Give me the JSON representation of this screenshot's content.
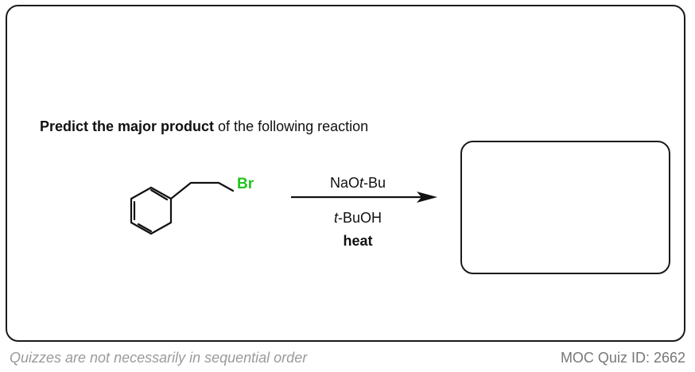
{
  "question": {
    "bold_part": "Predict the major product",
    "rest_part": " of the following reaction"
  },
  "reactant": {
    "substituent_label": "Br",
    "substituent_color": "#22c51e"
  },
  "reagents": {
    "top_prefix": "NaO",
    "top_italic": "t",
    "top_suffix": "-Bu",
    "mid_italic": "t",
    "mid_suffix": "-BuOH",
    "bottom": "heat"
  },
  "footer": {
    "note": "Quizzes are not necessarily in sequential order",
    "quiz_id": "MOC Quiz ID: 2662"
  }
}
